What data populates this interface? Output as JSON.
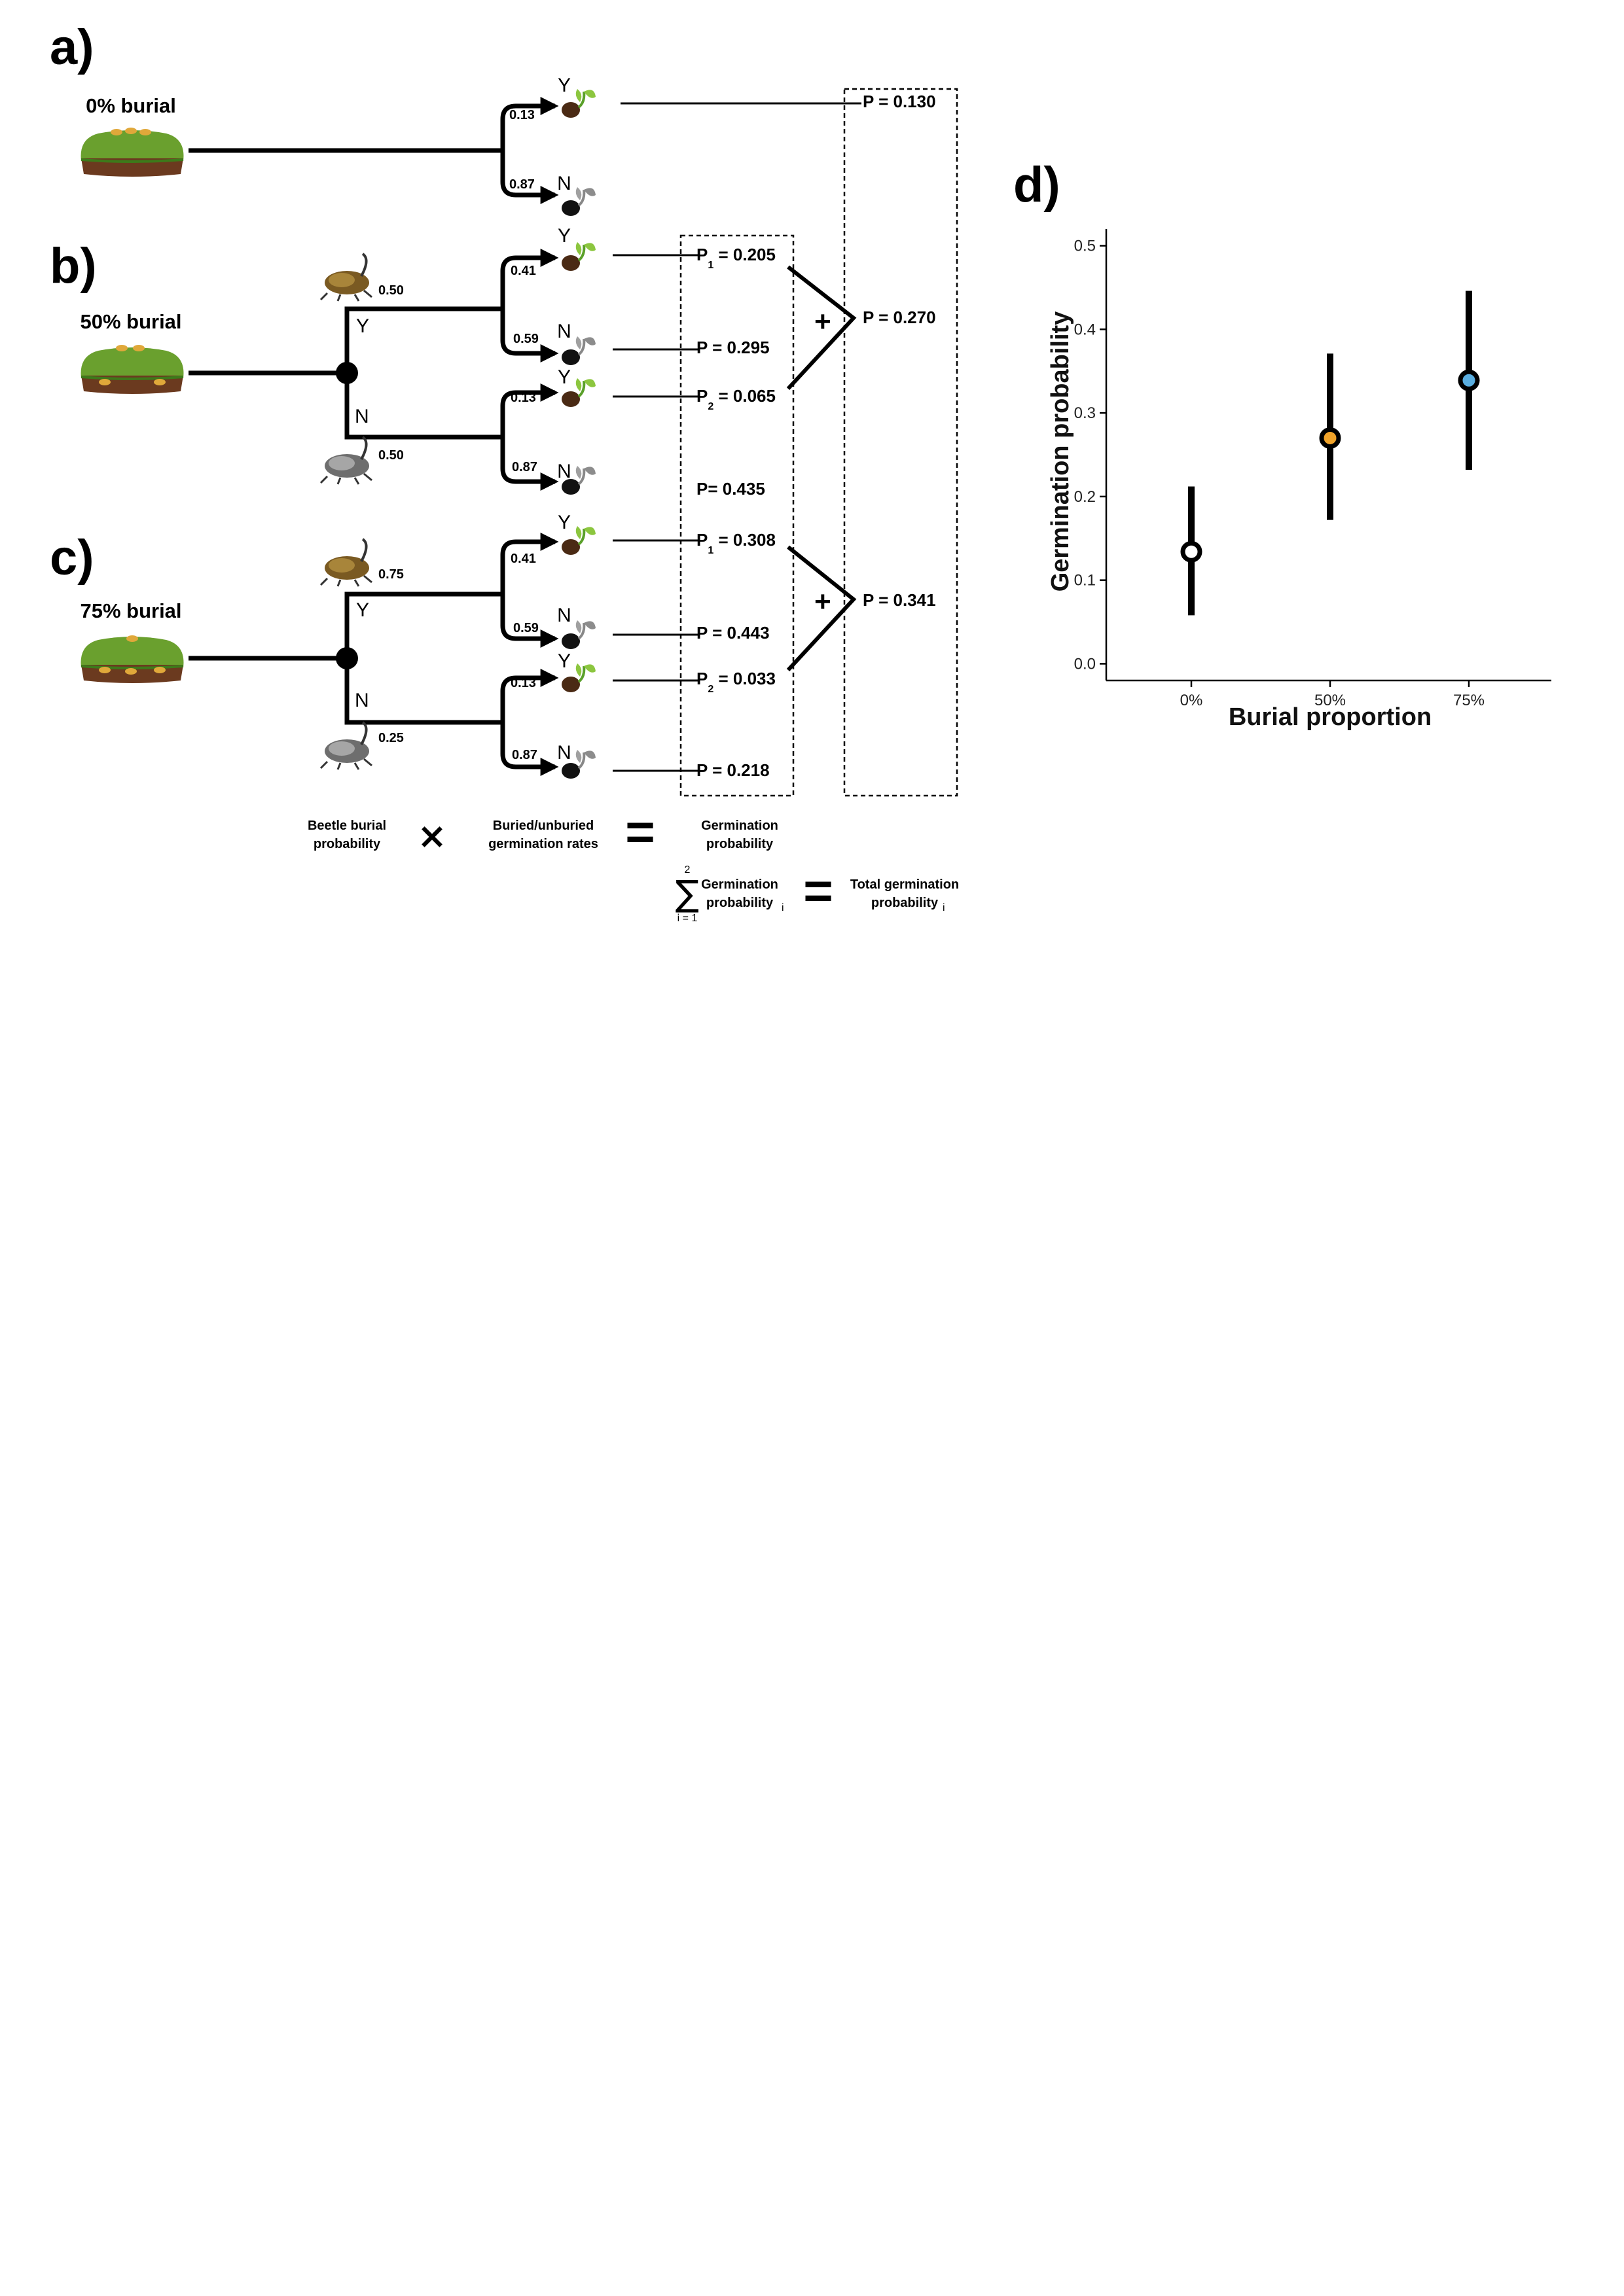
{
  "panels": {
    "a": {
      "letter": "a)",
      "burial_label": "0% burial"
    },
    "b": {
      "letter": "b)",
      "burial_label": "50% burial"
    },
    "c": {
      "letter": "c)",
      "burial_label": "75% burial"
    },
    "d": {
      "letter": "d)"
    }
  },
  "tree_labels": {
    "yes": "Y",
    "no": "N",
    "plus": "+"
  },
  "panel_a": {
    "germ_yes": "0.13",
    "germ_no": "0.87",
    "total": "P = 0.130"
  },
  "panel_b": {
    "beetle_yes": "0.50",
    "beetle_no": "0.50",
    "buried_yes": "0.41",
    "buried_no": "0.59",
    "unburied_yes": "0.13",
    "unburied_no": "0.87",
    "p1_prefix": "P",
    "p1_sub": "1",
    "p1_value": " = 0.205",
    "p_buried_no": "P = 0.295",
    "p2_prefix": "P",
    "p2_sub": "2",
    "p2_value": " = 0.065",
    "p_unburied_no": "P= 0.435",
    "total": "P = 0.270"
  },
  "panel_c": {
    "beetle_yes": "0.75",
    "beetle_no": "0.25",
    "buried_yes": "0.41",
    "buried_no": "0.59",
    "unburied_yes": "0.13",
    "unburied_no": "0.87",
    "p1_prefix": "P",
    "p1_sub": "1",
    "p1_value": " = 0.308",
    "p_buried_no": "P = 0.443",
    "p2_prefix": "P",
    "p2_sub": "2",
    "p2_value": " = 0.033",
    "p_unburied_no": "P = 0.218",
    "total": "P = 0.341"
  },
  "legend": {
    "beetle_line1": "Beetle burial",
    "beetle_line2": "probability",
    "times": "×",
    "equals": "=",
    "rates_line1": "Buried/unburied",
    "rates_line2": "germination rates",
    "germ_line1": "Germination",
    "germ_line2": "probability",
    "sum_symbol": "∑",
    "sum_upper": "2",
    "sum_lower": "i = 1",
    "sum_germ_line1": "Germination",
    "sum_germ_line2": "probability",
    "sub_i": "i",
    "total_line1": "Total germination",
    "total_line2": "probability"
  },
  "colors": {
    "stroke": "#000000",
    "soil": "#6b3a1f",
    "grass": "#6aa02e",
    "dung_seed": "#e0a83a",
    "seed_brown": "#4a2a14",
    "sprout_green": "#8cc63f",
    "sprout_grey": "#8c8c8c",
    "beetle_gold": "#8a6a2a",
    "beetle_grey": "#777777"
  },
  "chart_data": {
    "type": "scatter",
    "xlabel": "Burial proportion",
    "ylabel": "Germination probability",
    "categories": [
      "0%",
      "50%",
      "75%"
    ],
    "values": [
      0.134,
      0.27,
      0.339
    ],
    "lower": [
      0.058,
      0.172,
      0.232
    ],
    "upper": [
      0.212,
      0.371,
      0.446
    ],
    "point_fill": [
      "#ffffff",
      "#f0a32a",
      "#5aaee0"
    ],
    "ylim": [
      -0.02,
      0.52
    ],
    "yticks": [
      "0.0",
      "0.1",
      "0.2",
      "0.3",
      "0.4",
      "0.5"
    ],
    "ytick_values": [
      0,
      0.1,
      0.2,
      0.3,
      0.4,
      0.5
    ],
    "grid": false
  }
}
